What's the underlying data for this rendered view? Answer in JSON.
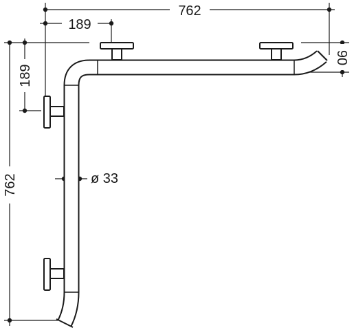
{
  "dimensions": {
    "overall_width": "762",
    "overall_height": "762",
    "offset_horizontal": "189",
    "offset_vertical": "189",
    "end_rise": "90",
    "tube_diameter": "ø 33"
  }
}
